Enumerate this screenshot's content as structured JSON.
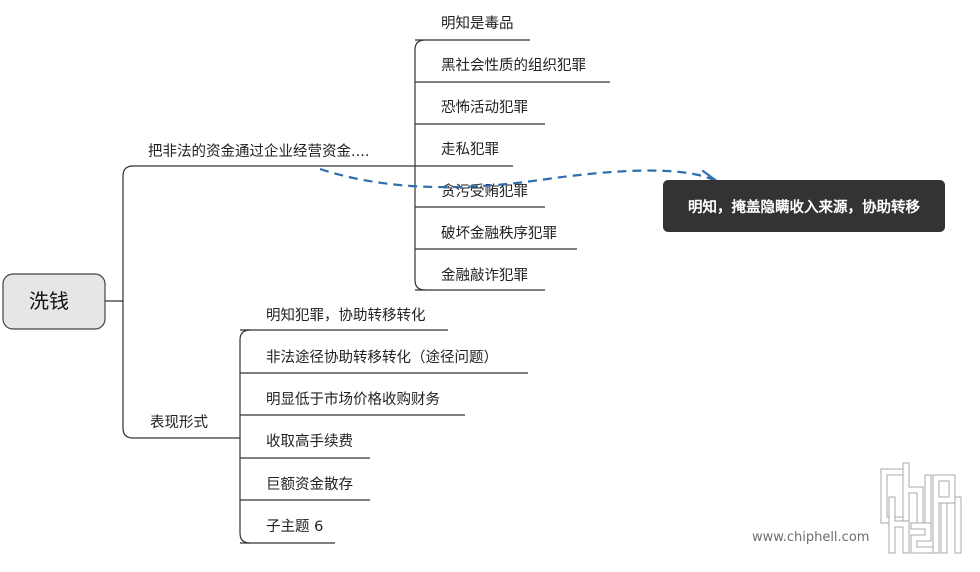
{
  "root": {
    "label": "洗钱"
  },
  "branches": [
    {
      "label": "把非法的资金通过企业经营资金....",
      "children": [
        "明知是毒品",
        "黑社会性质的组织犯罪",
        "恐怖活动犯罪",
        "走私犯罪",
        "贪污受贿犯罪",
        "破坏金融秩序犯罪",
        "金融敲诈犯罪"
      ]
    },
    {
      "label": "表现形式",
      "children": [
        "明知犯罪，协助转移转化",
        "非法途径协助转移转化（途径问题）",
        "明显低于市场价格收购财务",
        "收取高手续费",
        "巨额资金散存",
        "子主题 6"
      ]
    }
  ],
  "callout": {
    "label": "明知，掩盖隐瞒收入来源，协助转移"
  },
  "colors": {
    "line": "#333333",
    "root_fill": "#e6e6e6",
    "root_border": "#444444",
    "callout_fill": "#333333",
    "callout_text": "#ffffff",
    "arrow": "#2f6fb0"
  },
  "watermark": {
    "url": "www.chiphell.com"
  }
}
